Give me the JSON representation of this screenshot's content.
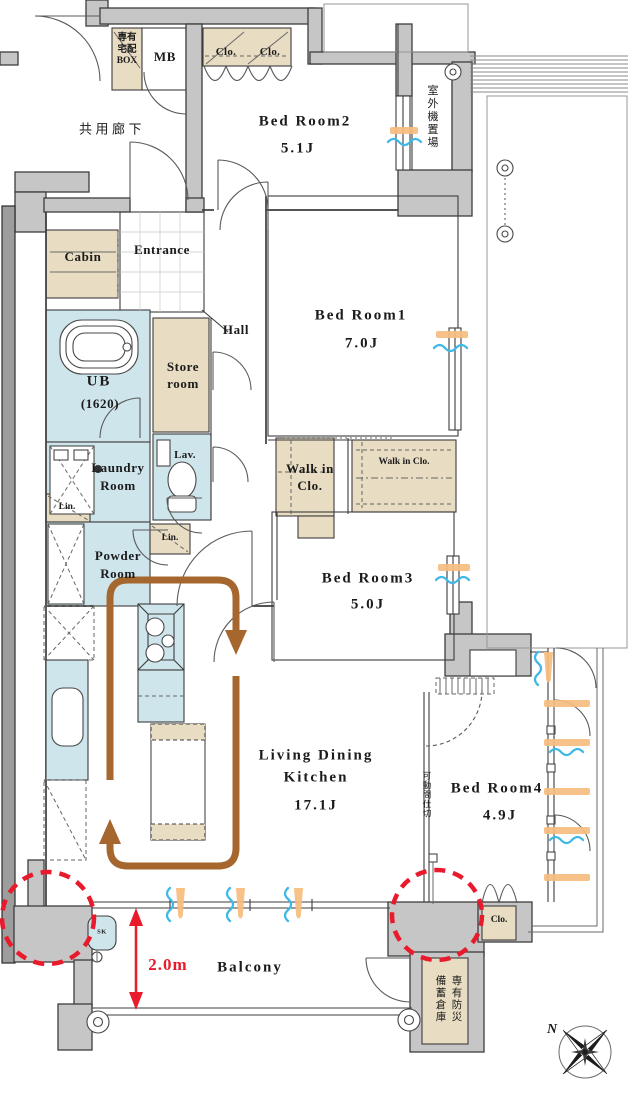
{
  "colors": {
    "wall_gray": "#c6c6c6",
    "closet_tan": "#e8dcc2",
    "wet_area_aqua": "#cfe5ec",
    "circulation_brown": "#a5672d",
    "annotation_red": "#e81a2c",
    "airflow_orange": "#f6bc7d",
    "airflow_blue": "#3fb8e8"
  },
  "labels": {
    "corridor": "共用廊下",
    "delivery_box": "専有宅配BOX",
    "meter_box": "MB",
    "closet_top_left": "Clo.",
    "closet_top_right": "Clo.",
    "bedroom2_name": "Bed Room2",
    "bedroom2_size": "5.1J",
    "outdoor_unit": "室外機置場",
    "entrance": "Entrance",
    "cabin": "Cabin",
    "hall": "Hall",
    "bedroom1_name": "Bed Room1",
    "bedroom1_size": "7.0J",
    "ub_name": "UB",
    "ub_size": "(1620)",
    "store_line1": "Store",
    "store_line2": "room",
    "laundry_line1": "Laundry",
    "laundry_line2": "Room",
    "lavatory": "Lav.",
    "linen1": "Lin.",
    "linen2": "Lin.",
    "powder_line1": "Powder",
    "powder_line2": "Room",
    "wic1_line1": "Walk in",
    "wic1_line2": "Clo.",
    "wic2": "Walk in Clo.",
    "bedroom3_name": "Bed Room3",
    "bedroom3_size": "5.0J",
    "ldk_line1": "Living Dining",
    "ldk_line2": "Kitchen",
    "ldk_size": "17.1J",
    "partition": "可動間仕切",
    "bedroom4_name": "Bed Room4",
    "bedroom4_size": "4.9J",
    "balcony": "Balcony",
    "balcony_depth": "2.0m",
    "slop_sink": "SK",
    "closet_bottom_right": "Clo.",
    "disaster_storage_col1": "専有防災",
    "disaster_storage_col2": "備蓄倉庫",
    "north": "N"
  }
}
